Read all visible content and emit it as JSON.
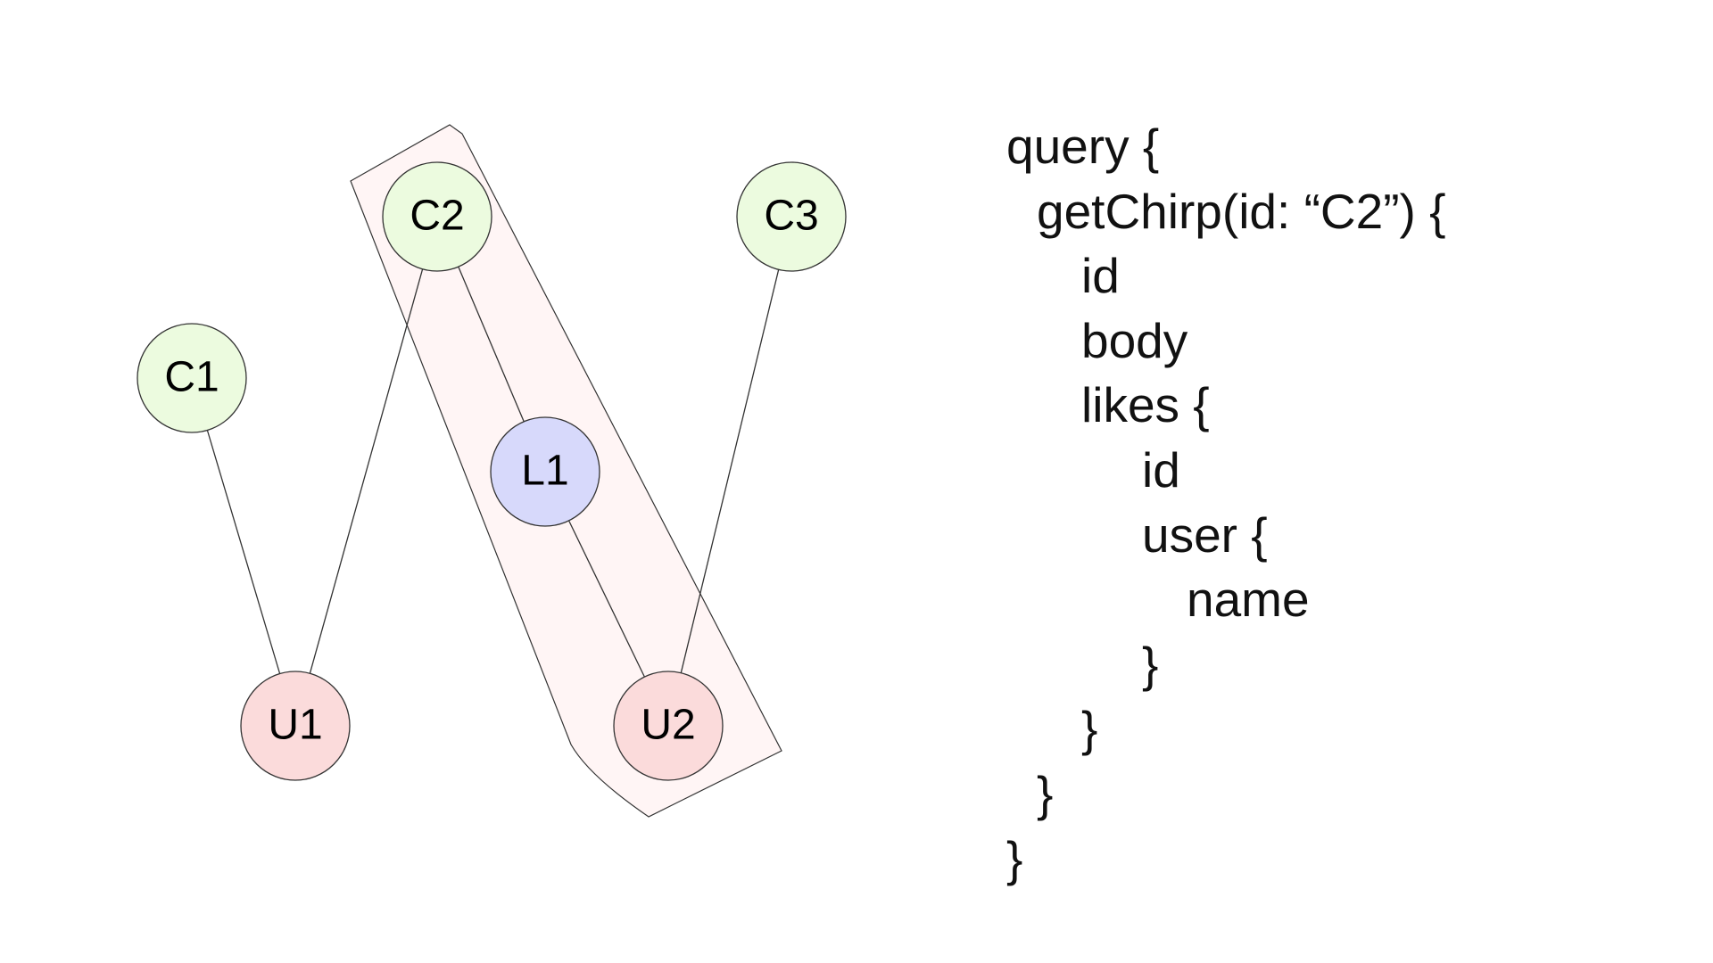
{
  "graph": {
    "nodes": [
      {
        "id": "C1",
        "label": "C1",
        "kind": "chirp"
      },
      {
        "id": "C2",
        "label": "C2",
        "kind": "chirp"
      },
      {
        "id": "C3",
        "label": "C3",
        "kind": "chirp"
      },
      {
        "id": "L1",
        "label": "L1",
        "kind": "like"
      },
      {
        "id": "U1",
        "label": "U1",
        "kind": "user"
      },
      {
        "id": "U2",
        "label": "U2",
        "kind": "user"
      }
    ],
    "edges": [
      {
        "from": "C1",
        "to": "U1"
      },
      {
        "from": "C2",
        "to": "U1"
      },
      {
        "from": "C2",
        "to": "L1"
      },
      {
        "from": "L1",
        "to": "U2"
      },
      {
        "from": "C3",
        "to": "U2"
      }
    ],
    "highlighted_path": [
      "C2",
      "L1",
      "U2"
    ]
  },
  "colors": {
    "chirp_fill": "#ecfbdf",
    "like_fill": "#d7d9fb",
    "user_fill": "#fbdbdb",
    "highlight_fill": "#fff5f5",
    "stroke": "#333333"
  },
  "query_lines": [
    {
      "text": "query {",
      "indent": 0
    },
    {
      "text": "getChirp(id: “C2”) {",
      "indent": 1
    },
    {
      "text": "id",
      "indent": 2
    },
    {
      "text": "body",
      "indent": 2
    },
    {
      "text": "likes {",
      "indent": 2
    },
    {
      "text": "id",
      "indent": 3
    },
    {
      "text": "user {",
      "indent": 3
    },
    {
      "text": "name",
      "indent": 4
    },
    {
      "text": "}",
      "indent": 3
    },
    {
      "text": "}",
      "indent": 2
    },
    {
      "text": "}",
      "indent": 1
    },
    {
      "text": "}",
      "indent": 0
    }
  ]
}
